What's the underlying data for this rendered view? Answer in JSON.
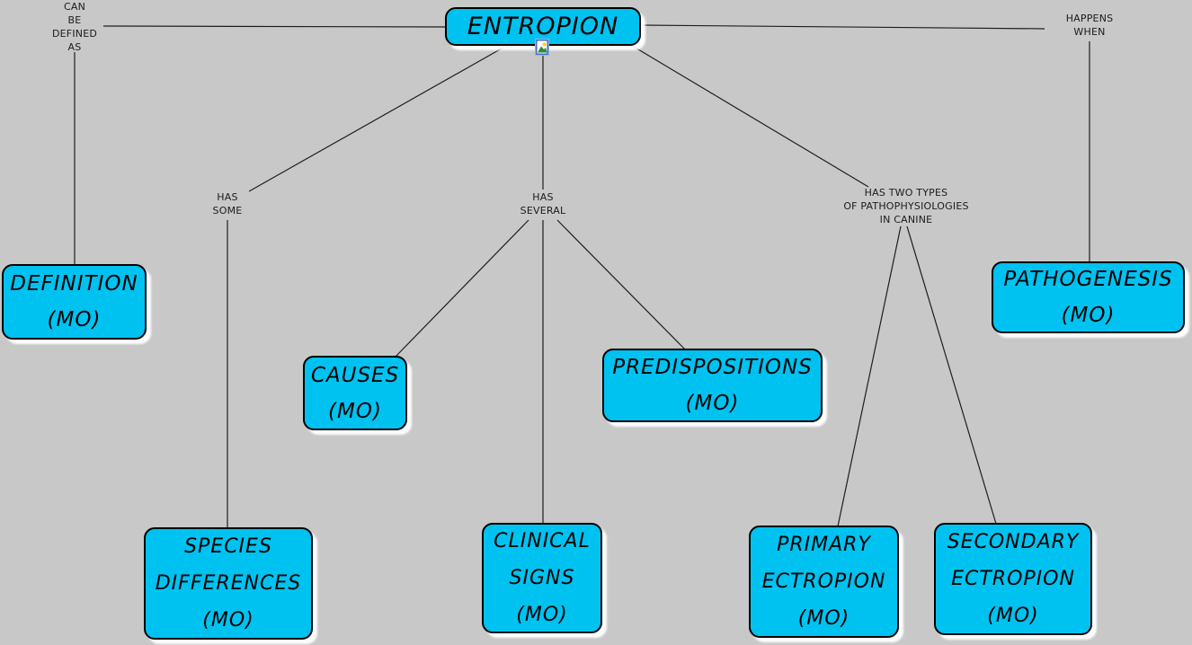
{
  "concepts": {
    "entropion": {
      "label": "ENTROPION"
    },
    "definition": {
      "label": "DEFINITION\n(MO)"
    },
    "pathogenesis": {
      "label": "PATHOGENESIS\n(MO)"
    },
    "causes": {
      "label": "CAUSES\n(MO)"
    },
    "predispositions": {
      "label": "PREDISPOSITIONS\n(MO)"
    },
    "species_differences": {
      "label": "SPECIES\nDIFFERENCES\n(MO)"
    },
    "clinical_signs": {
      "label": "CLINICAL\nSIGNS\n(MO)"
    },
    "primary_ectropion": {
      "label": "PRIMARY\nECTROPION\n(MO)"
    },
    "secondary_ectropion": {
      "label": "SECONDARY\nECTROPION\n(MO)"
    }
  },
  "links": {
    "can_be_defined_as": "CAN\nBE\nDEFINED\nAS",
    "happens_when": "HAPPENS\nWHEN",
    "has_some": "HAS\nSOME",
    "has_several": "HAS\nSEVERAL",
    "has_two_types": "HAS TWO TYPES\nOF PATHOPHYSIOLOGIES\nIN CANINE"
  },
  "icons": {
    "entropion_resource": "image-resource-icon"
  },
  "colors": {
    "concept_fill": "#00c2f0",
    "concept_border": "#000000",
    "concept_shadow": "#ffffff",
    "canvas_background": "#c8c8c8",
    "connector_line": "#1e1e1e"
  }
}
